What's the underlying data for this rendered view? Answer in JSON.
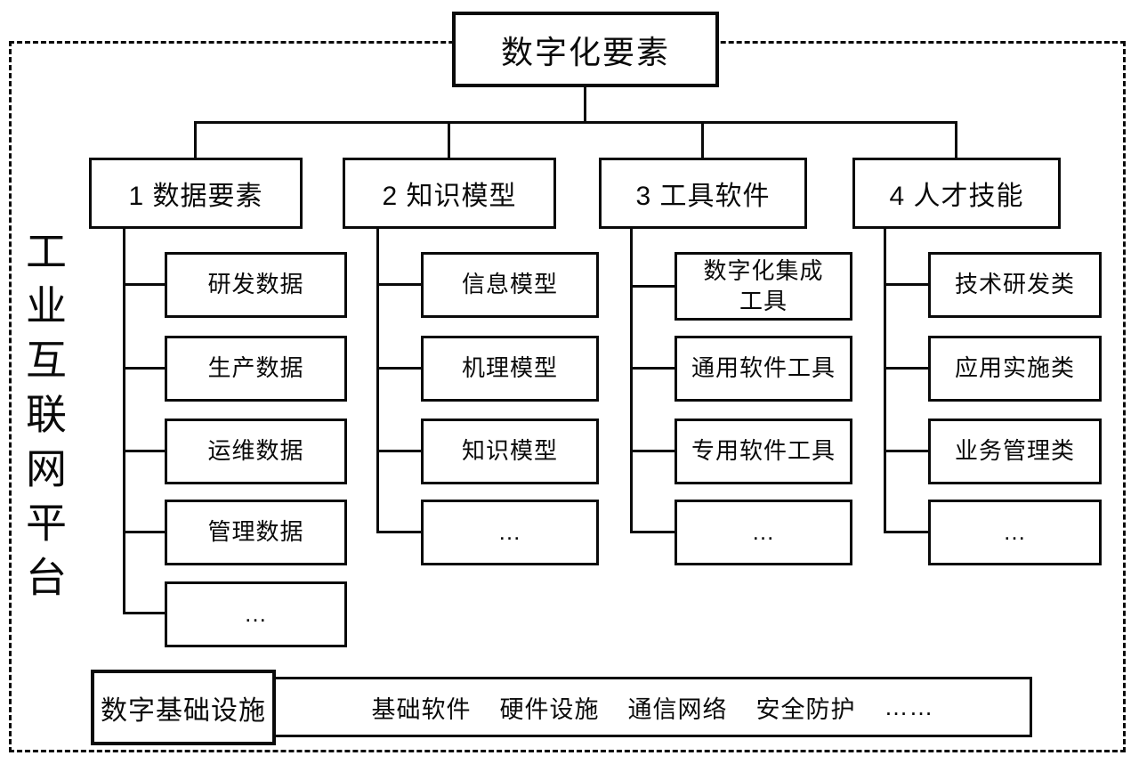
{
  "diagram": {
    "platform_label": "工业互联网平台",
    "root_label": "数字化要素",
    "branches": [
      {
        "label": "1 数据要素",
        "children": [
          "研发数据",
          "生产数据",
          "运维数据",
          "管理数据",
          "…"
        ]
      },
      {
        "label": "2 知识模型",
        "children": [
          "信息模型",
          "机理模型",
          "知识模型",
          "…"
        ]
      },
      {
        "label": "3 工具软件",
        "children": [
          "数字化集成\n工具",
          "通用软件工具",
          "专用软件工具",
          "…"
        ]
      },
      {
        "label": "4 人才技能",
        "children": [
          "技术研发类",
          "应用实施类",
          "业务管理类",
          "…"
        ]
      }
    ],
    "infrastructure": {
      "label": "数字基础设施",
      "items": [
        "基础软件",
        "硬件设施",
        "通信网络",
        "安全防护",
        "……"
      ]
    }
  }
}
